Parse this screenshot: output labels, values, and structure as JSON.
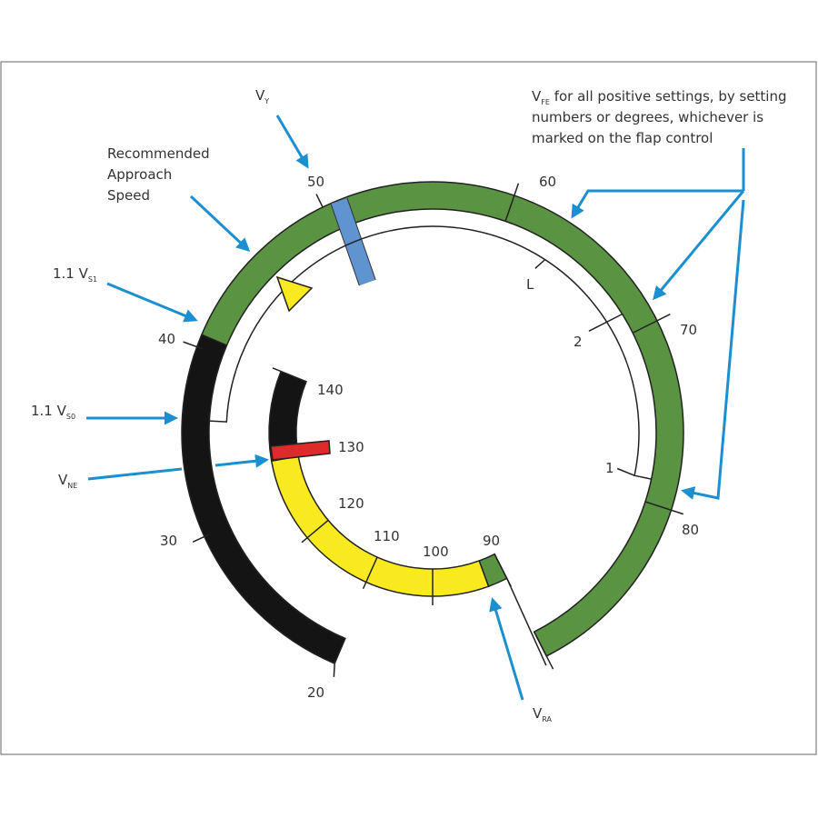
{
  "colors": {
    "green": "#5a9342",
    "black": "#141414",
    "yellow": "#f8ea1e",
    "red": "#dd2a2a",
    "blue_bar": "#5f94d0",
    "arrow": "#1b8fcf",
    "frame": "#666666"
  },
  "annotations": {
    "vy": {
      "main": "V",
      "sub": "Y"
    },
    "approach": [
      "Recommended",
      "Approach",
      "Speed"
    ],
    "vs1": {
      "main": "1.1 V",
      "sub": "S1"
    },
    "vs0": {
      "main": "1.1 V",
      "sub": "S0"
    },
    "vne": {
      "main": "V",
      "sub": "NE"
    },
    "vra": {
      "main": "V",
      "sub": "RA"
    },
    "vfe": {
      "main": "V",
      "sub": "FE",
      "line1": " for all positive settings, by setting",
      "line2": "numbers or degrees, whichever is",
      "line3": "marked on the flap control"
    }
  },
  "outer_scale": [
    "20",
    "30",
    "40",
    "50",
    "60",
    "70",
    "80"
  ],
  "inner_scale": [
    "90",
    "100",
    "110",
    "120",
    "130",
    "140"
  ],
  "flap_marks": [
    "L",
    "2",
    "1"
  ]
}
